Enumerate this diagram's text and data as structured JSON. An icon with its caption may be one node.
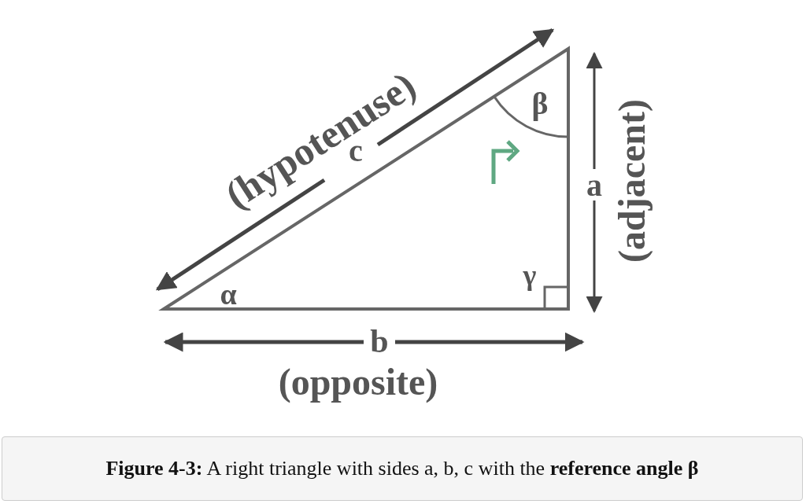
{
  "diagram": {
    "caption": "**Figure 4-3:** A right triangle with sides a, b, c with the **reference angle β**",
    "labels": [
      "(hypotenuse)",
      "c",
      "β",
      "a",
      "(adjacent)",
      "α",
      "γ",
      "b",
      "(opposite)"
    ]
  }
}
